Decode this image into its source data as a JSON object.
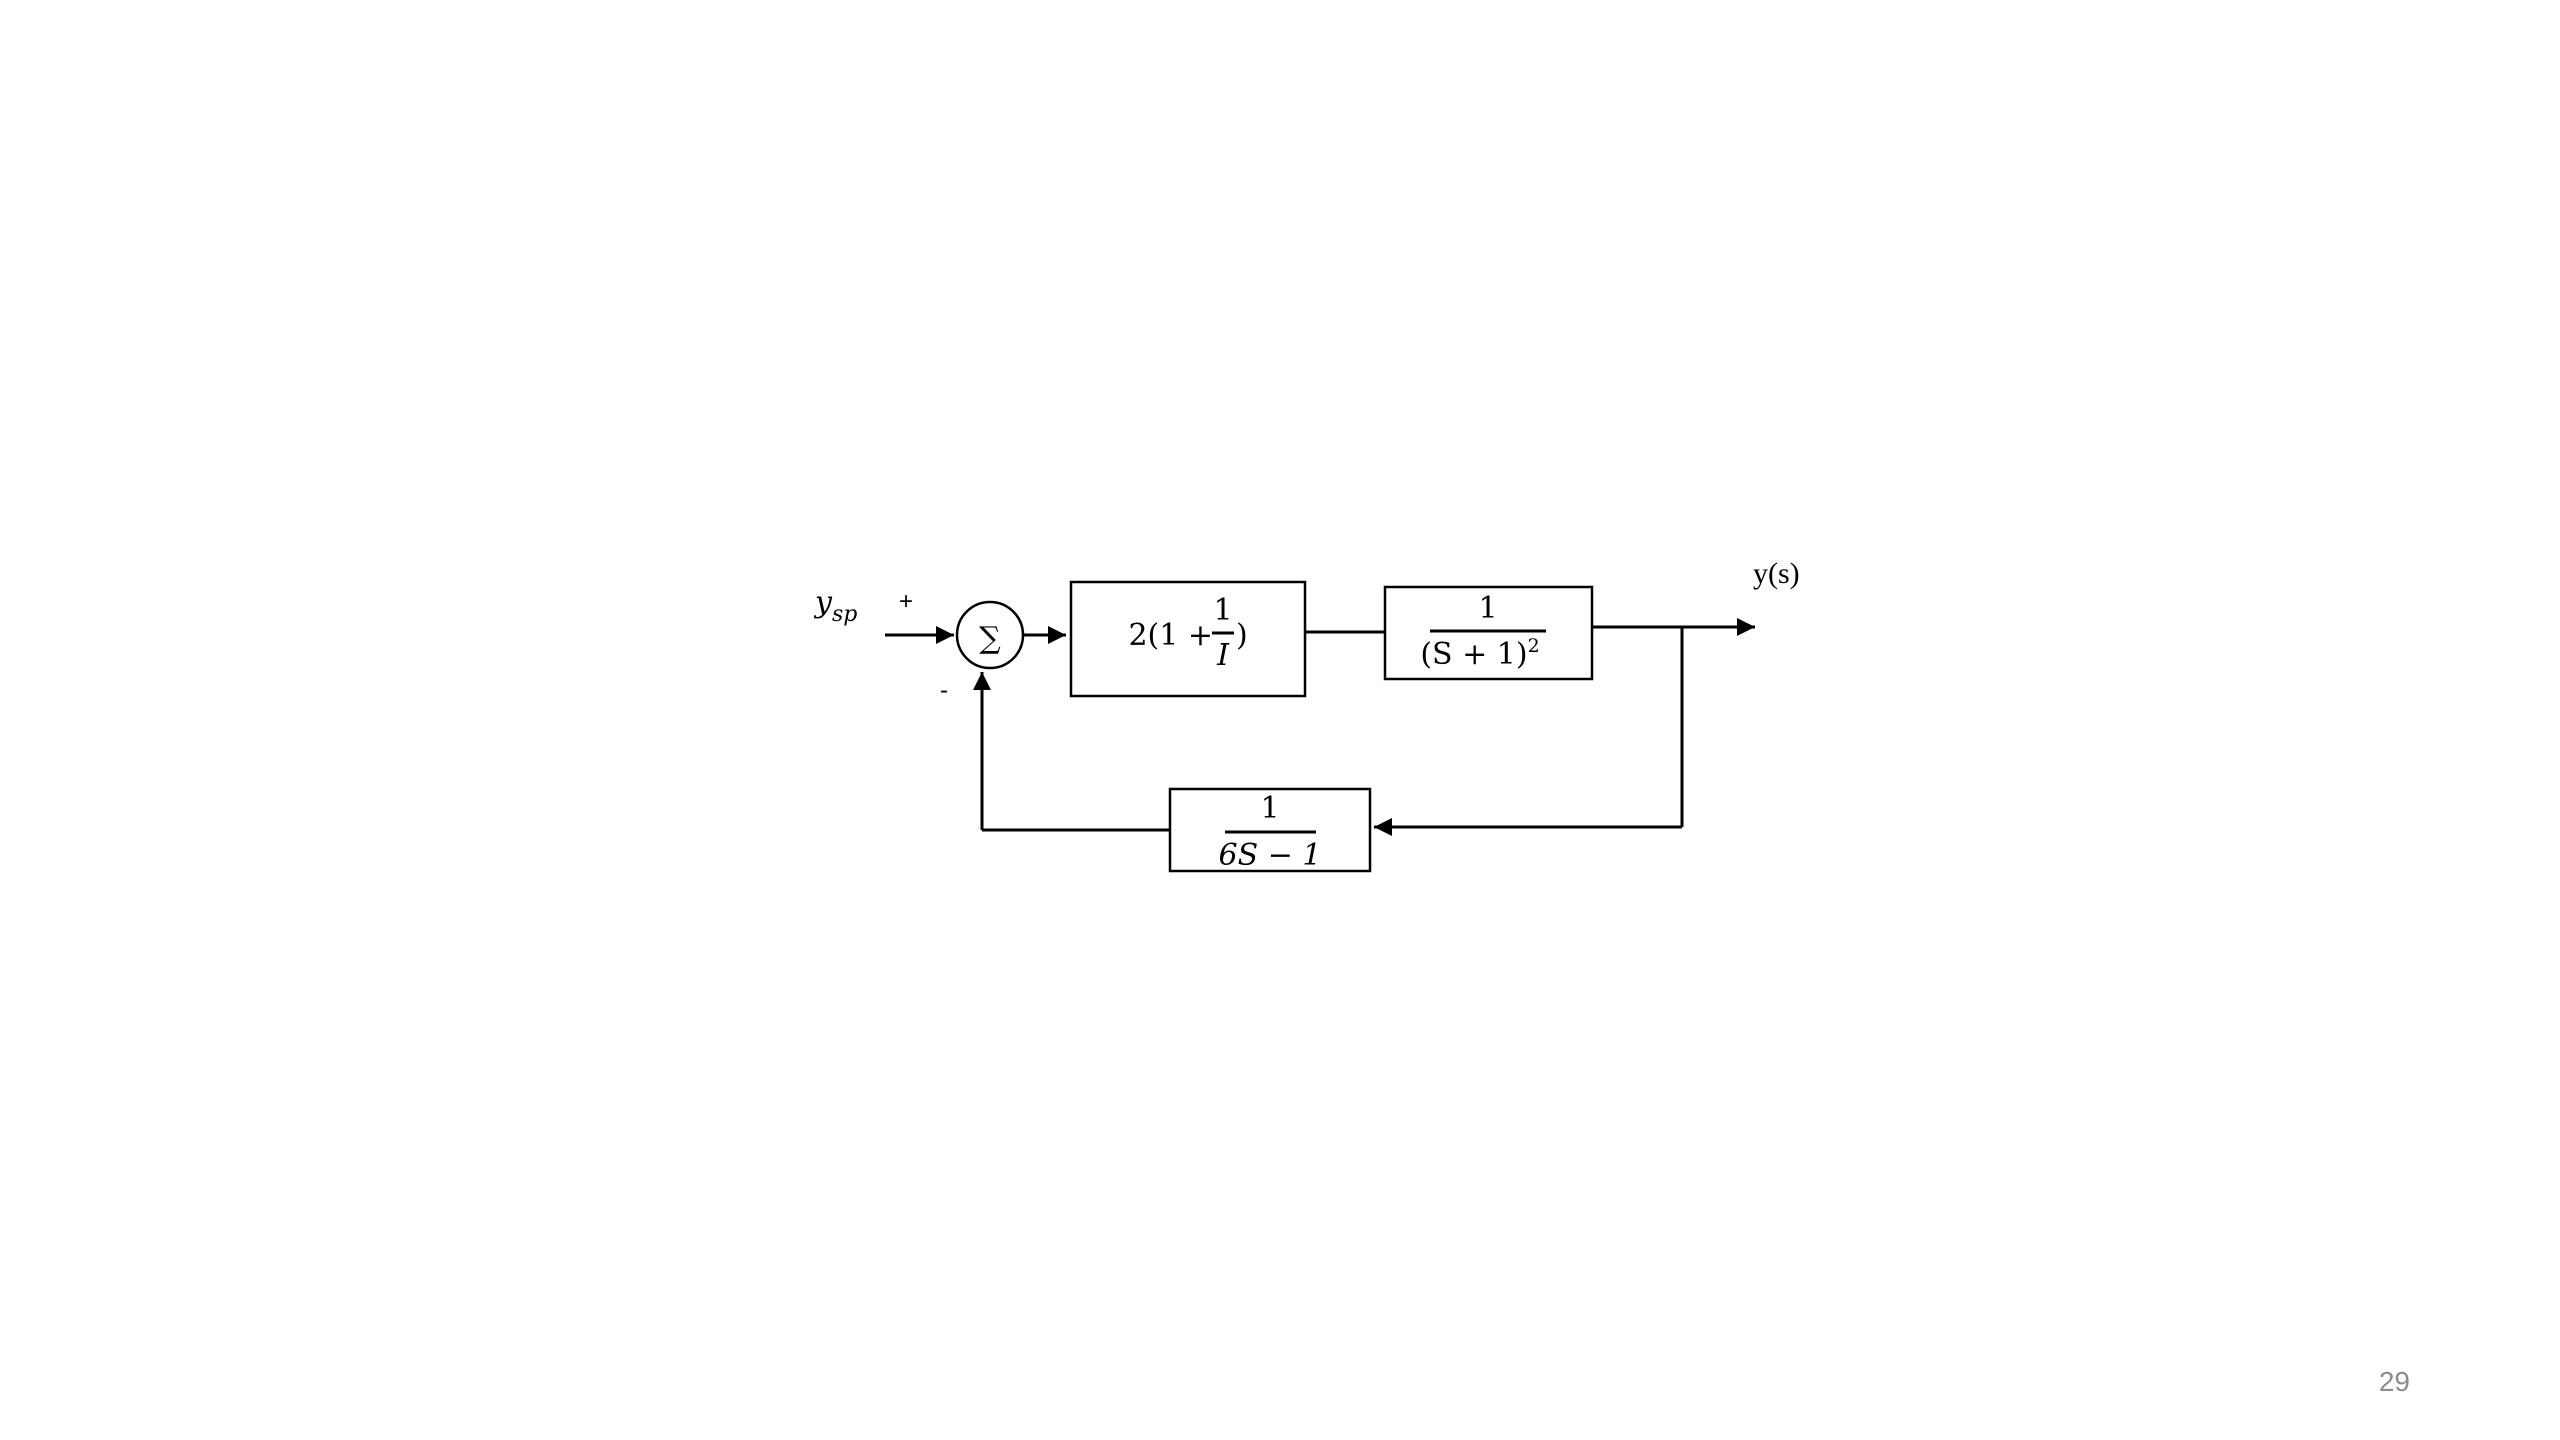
{
  "diagram": {
    "input_label": {
      "base": "y",
      "subscript": "sp"
    },
    "plus_sign": "+",
    "minus_sign": "-",
    "summing_symbol": "∑",
    "controller": {
      "prefix": "2(1 + ",
      "numerator": "1",
      "denominator": "I",
      "suffix": ")"
    },
    "plant": {
      "numerator": "1",
      "denominator_main": "(S + 1)",
      "denominator_exp": "2"
    },
    "feedback": {
      "numerator": "1",
      "denominator": "6S − 1"
    },
    "output_label": "y(s)"
  },
  "slide": {
    "page_number": "29"
  }
}
